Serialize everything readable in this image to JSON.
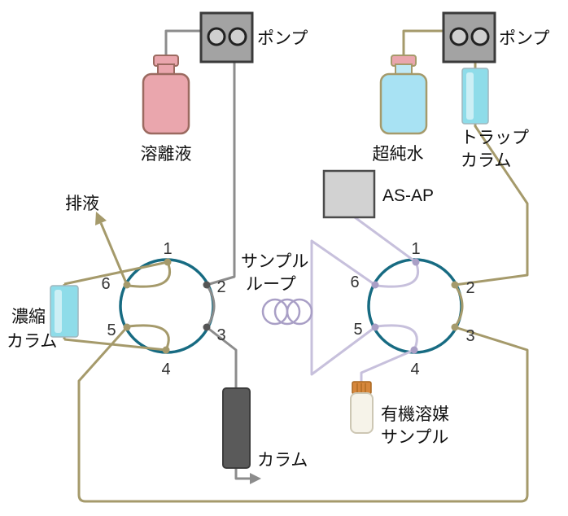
{
  "diagram": {
    "left_system": {
      "pump": "ポンプ",
      "eluent": "溶離液",
      "drain": "排液",
      "conc_1": "濃縮",
      "conc_2": "カラム",
      "column": "カラム",
      "ports": [
        "1",
        "2",
        "3",
        "4",
        "5",
        "6"
      ]
    },
    "right_system": {
      "pump": "ポンプ",
      "water": "超純水",
      "trap_1": "トラップ",
      "trap_2": "カラム",
      "autosampler": "AS-AP",
      "loop_1": "サンプル",
      "loop_2": "ループ",
      "organic_1": "有機溶媒",
      "organic_2": "サンプル",
      "ports": [
        "1",
        "2",
        "3",
        "4",
        "5",
        "6"
      ]
    },
    "colors": {
      "tan": "#a59a6b",
      "gray": "#8c8c8c",
      "dark_gray": "#555555",
      "teal": "#176b82",
      "lavender": "#c7c0dc",
      "lavender_dark": "#a99fc6",
      "cyan": "#8edce9",
      "water_cyan": "#a8e2f3",
      "pink": "#eaa6ad",
      "bottle_red": "#9b6a60",
      "column_dark": "#5a5a5a",
      "pump_gray": "#a3a3a3",
      "box_gray": "#d2d2d2",
      "vial_cap": "#d6873c",
      "vial_body": "#f6f3e9"
    }
  }
}
